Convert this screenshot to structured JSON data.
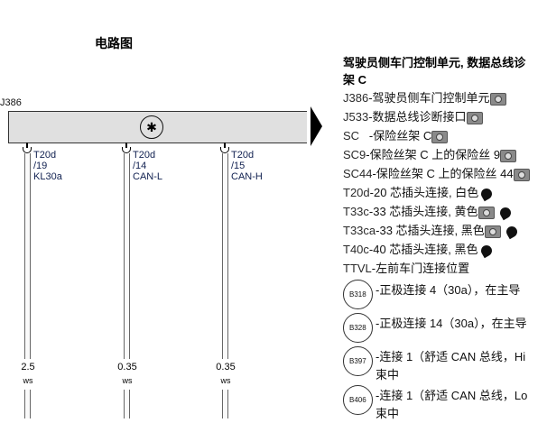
{
  "diagram": {
    "title": "电路图",
    "component_label": "J386",
    "symbol": "transistor-ground-symbol-icon",
    "pins": [
      {
        "connector": "T20d",
        "pin": "/19",
        "signal": "KL30a",
        "size": "2.5",
        "color": "ws"
      },
      {
        "connector": "T20d",
        "pin": "/14",
        "signal": "CAN-L",
        "size": "0.35",
        "color": "ws"
      },
      {
        "connector": "T20d",
        "pin": "/15",
        "signal": "CAN-H",
        "size": "0.35",
        "color": "ws"
      }
    ]
  },
  "legend": {
    "heading_line1": "驾驶员侧车门控制单元, 数据总线诊",
    "heading_line2": "架 C",
    "items": [
      {
        "code": "J386",
        "desc": "-驾驶员侧车门控制单元",
        "icons": [
          "camera-icon"
        ]
      },
      {
        "code": "J533",
        "desc": "-数据总线诊断接口",
        "icons": [
          "camera-icon"
        ]
      },
      {
        "code": "SC   ",
        "desc": "-保险丝架 C",
        "icons": [
          "camera-icon"
        ]
      },
      {
        "code": "SC9",
        "desc": "-保险丝架 C 上的保险丝 9",
        "icons": [
          "camera-icon"
        ]
      },
      {
        "code": "SC44",
        "desc": "-保险丝架 C 上的保险丝 44",
        "icons": [
          "camera-icon"
        ]
      },
      {
        "code": "T20d",
        "desc": "-20 芯插头连接, 白色",
        "icons": [
          "connector-icon"
        ]
      },
      {
        "code": "T33c",
        "desc": "-33 芯插头连接, 黄色",
        "icons": [
          "camera-icon",
          "connector-icon"
        ]
      },
      {
        "code": "T33ca",
        "desc": "-33 芯插头连接, 黑色",
        "icons": [
          "camera-icon",
          "connector-icon"
        ]
      },
      {
        "code": "T40c",
        "desc": "-40 芯插头连接, 黑色",
        "icons": [
          "connector-icon"
        ]
      },
      {
        "code": "TTVL",
        "desc": "-左前车门连接位置",
        "icons": []
      }
    ],
    "connections": [
      {
        "code": "B318",
        "desc": "-正极连接 4（30a），在主导",
        "desc2": ""
      },
      {
        "code": "B328",
        "desc": "-正极连接 14（30a），在主导",
        "desc2": ""
      },
      {
        "code": "B397",
        "desc": "-连接 1（舒适 CAN 总线，Hi",
        "desc2": "束中"
      },
      {
        "code": "B406",
        "desc": "-连接 1（舒适 CAN 总线，Lo",
        "desc2": "束中"
      }
    ]
  }
}
